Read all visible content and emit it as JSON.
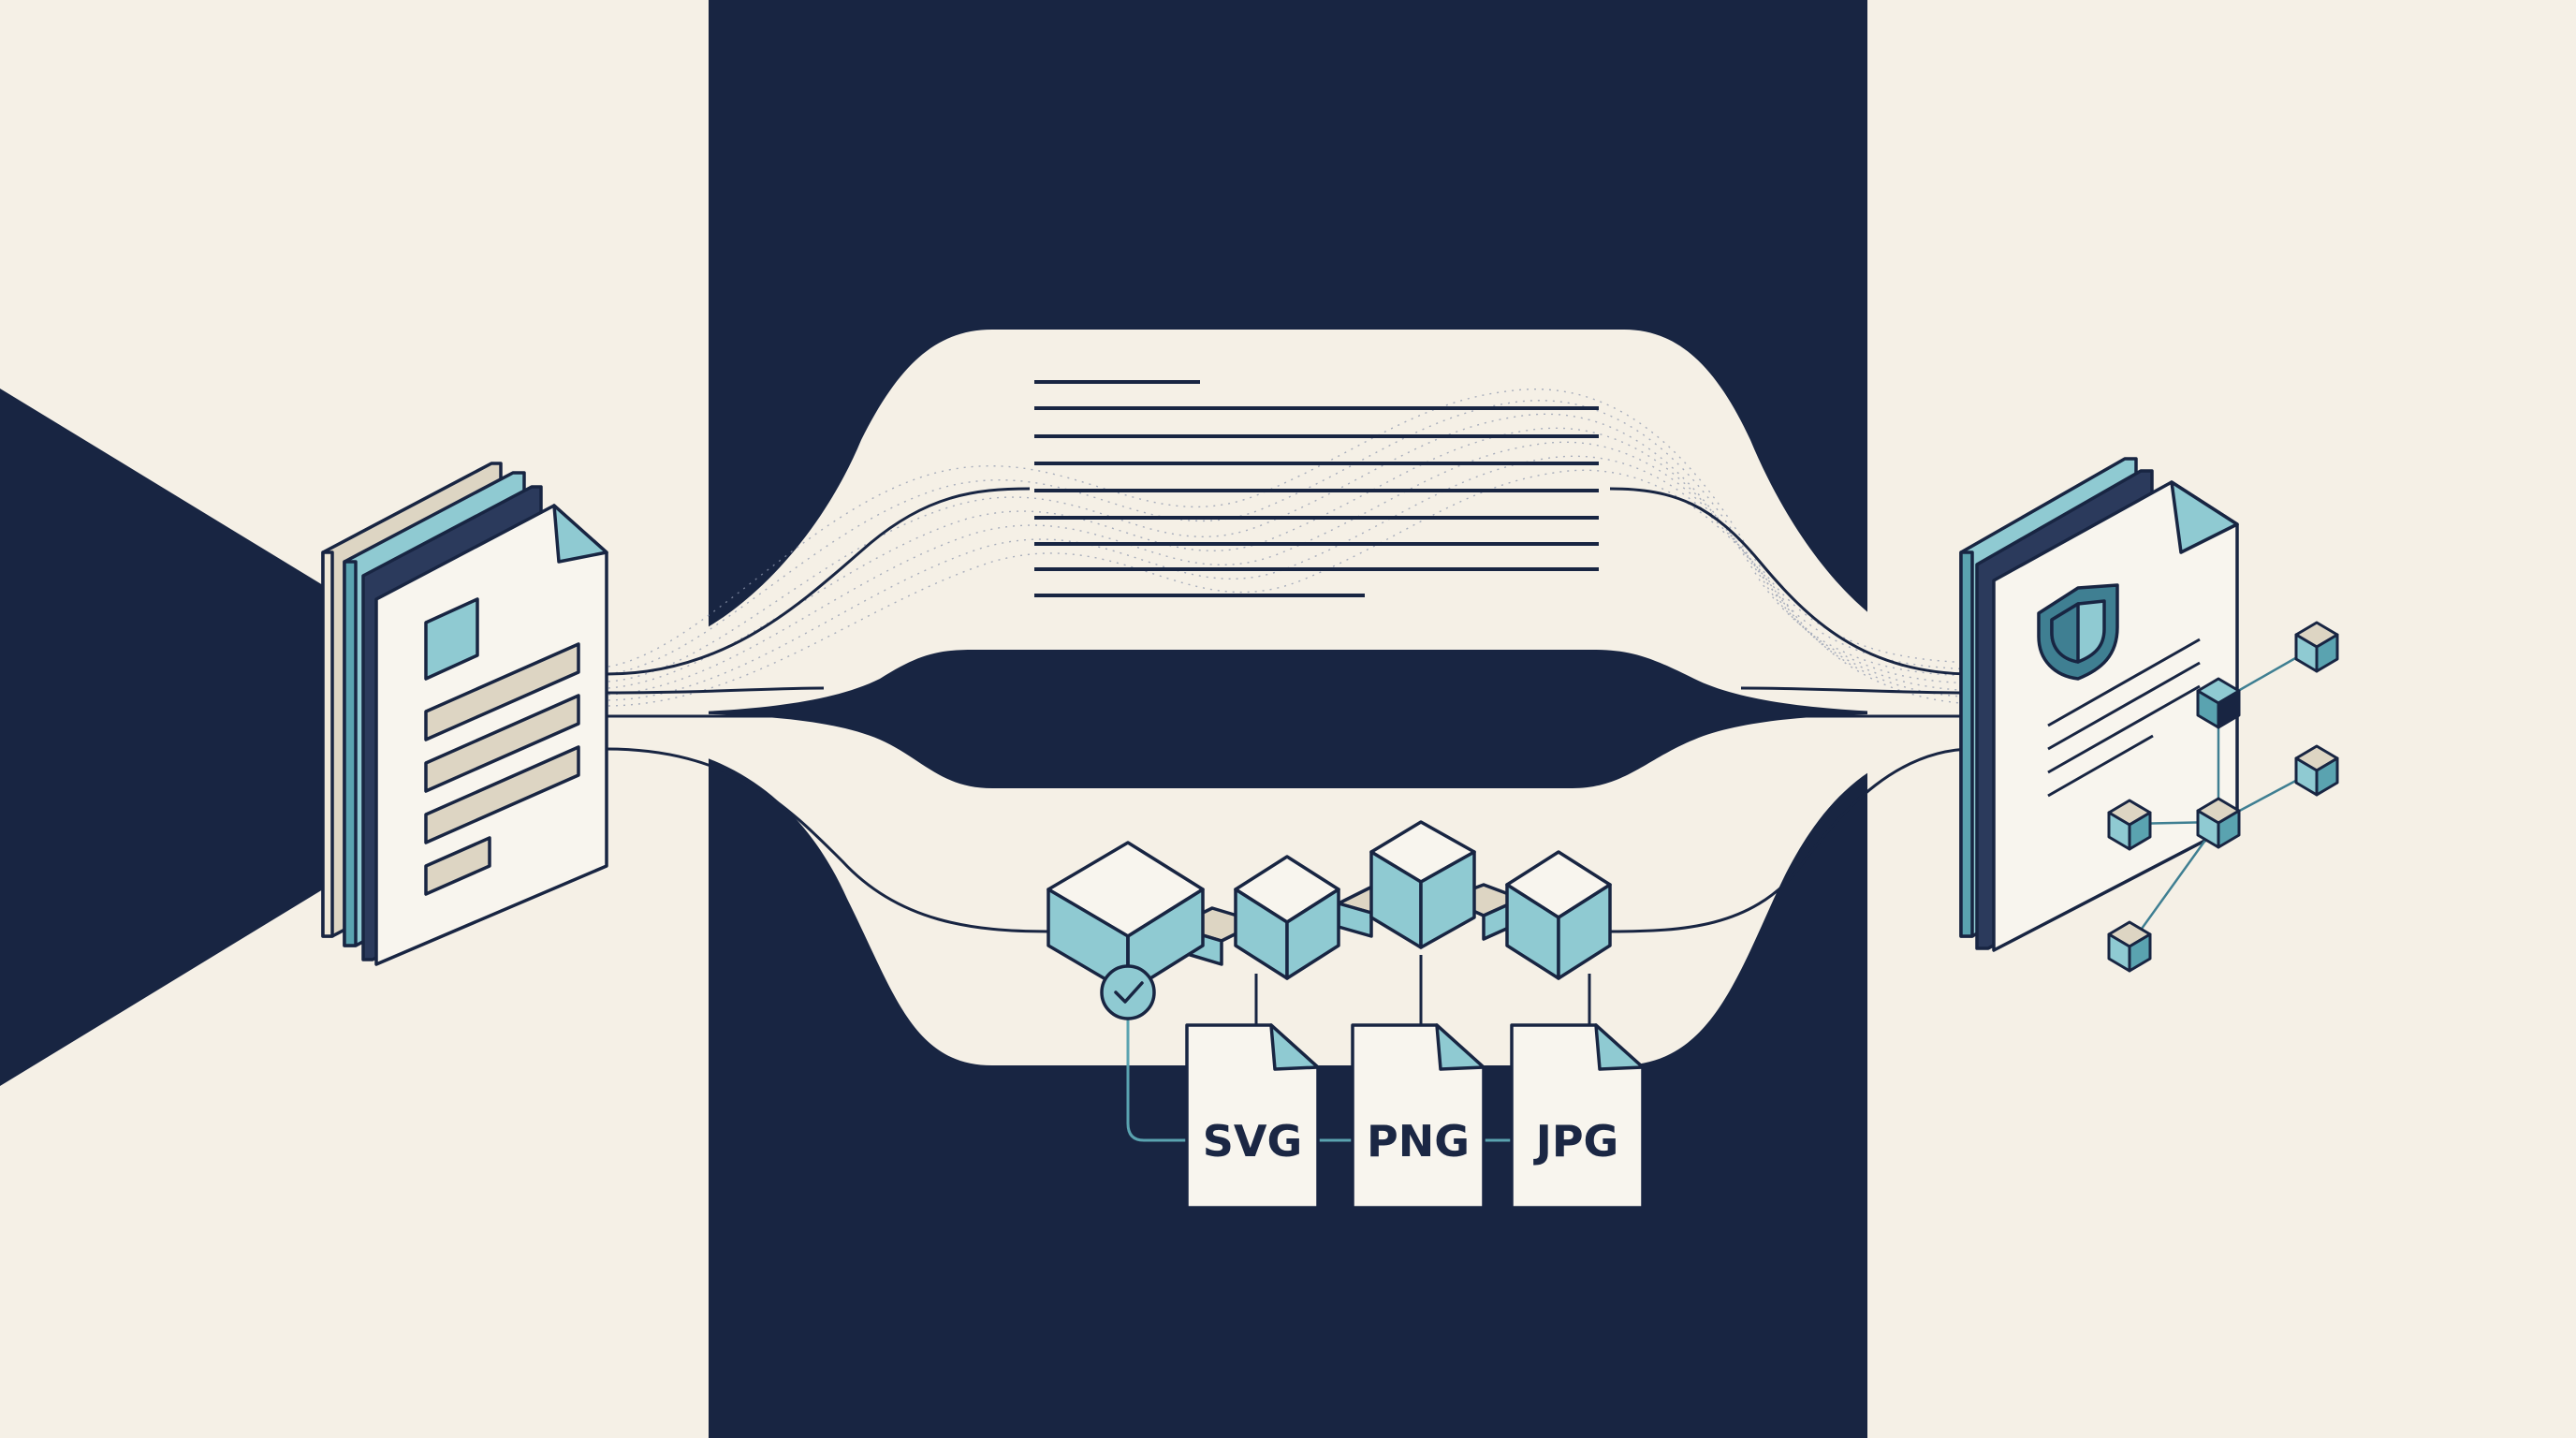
{
  "colors": {
    "navy": "#182542",
    "cream": "#f5f0e6",
    "paper": "#f8f5ee",
    "teal": "#8fcad2",
    "teal_dark": "#3f7f92",
    "beige": "#ddd5c3",
    "ink": "#1b2744"
  },
  "icons": [
    "document-stack-icon",
    "shield-icon",
    "cube-icon",
    "check-icon",
    "file-icon",
    "network-node-icon"
  ],
  "formats": [
    {
      "label": "SVG"
    },
    {
      "label": "PNG"
    },
    {
      "label": "JPG"
    }
  ]
}
